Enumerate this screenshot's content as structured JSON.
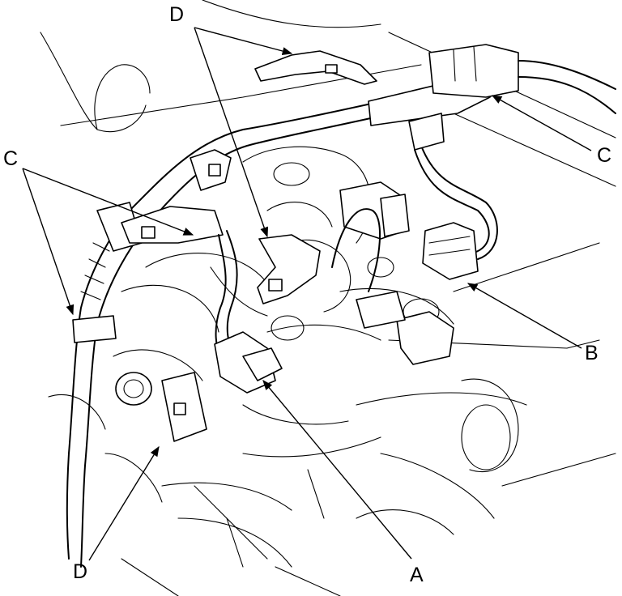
{
  "callouts": {
    "top_d": "D",
    "left_c": "C",
    "right_c": "C",
    "right_b": "B",
    "bottom_a": "A",
    "bottom_d": "D"
  }
}
